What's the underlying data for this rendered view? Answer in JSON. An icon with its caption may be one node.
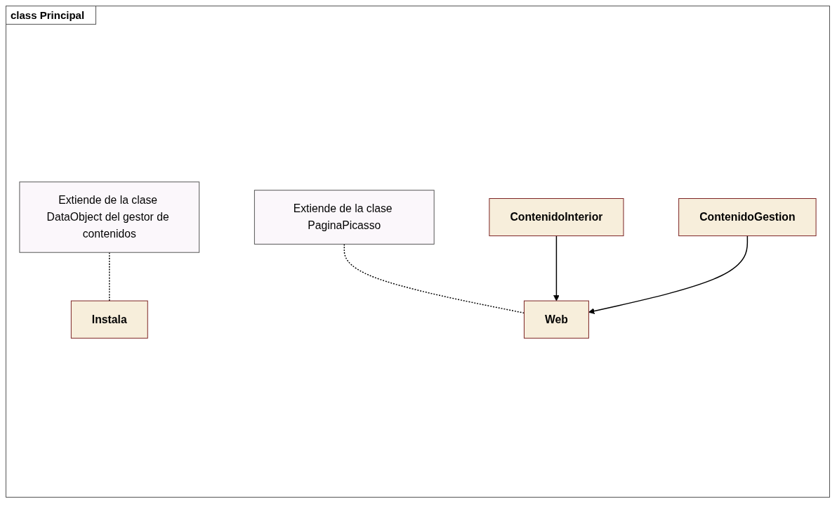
{
  "diagram": {
    "title": "class Principal",
    "nodes": [
      {
        "text": [
          "Extiende de la clase DataObject del gestor de contenidos"
        ]
      },
      {
        "text": [
          "Extiende de la clase PaginaPicasso"
        ]
      },
      {
        "text": [
          "Instala"
        ]
      },
      {
        "text": [
          "Web"
        ]
      },
      {
        "text": [
          "ContenidoInterior"
        ]
      },
      {
        "text": [
          "ContenidoGestion"
        ]
      }
    ],
    "edges": [
      {
        "from": 0,
        "to": 2,
        "arrow": "none",
        "style": "dashed"
      },
      {
        "from": 1,
        "to": 3,
        "arrow": "none",
        "style": "dashed"
      },
      {
        "from": 4,
        "to": 3,
        "arrow": "to"
      },
      {
        "from": 5,
        "to": 3,
        "arrow": "to"
      }
    ]
  }
}
